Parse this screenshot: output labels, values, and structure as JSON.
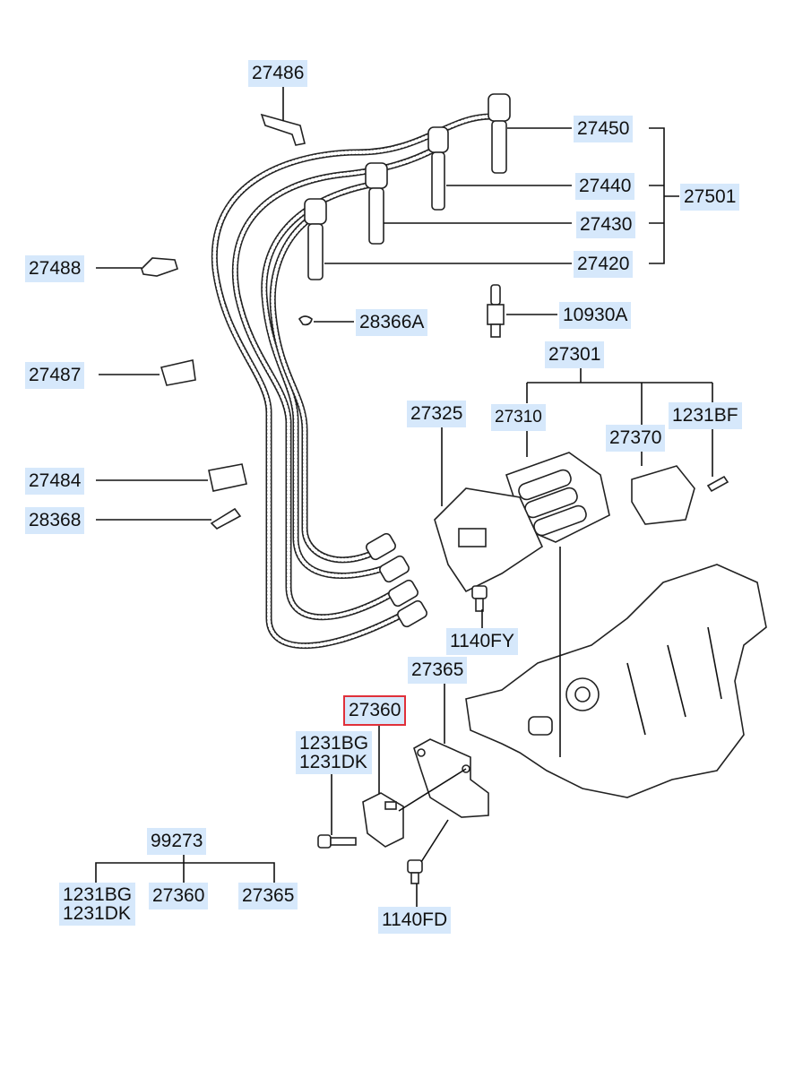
{
  "labels": {
    "p27486": "27486",
    "p27450": "27450",
    "p27440": "27440",
    "p27501": "27501",
    "p27430": "27430",
    "p27420": "27420",
    "p27488": "27488",
    "p28366A": "28366A",
    "p10930A": "10930A",
    "p27487": "27487",
    "p27301": "27301",
    "p27325": "27325",
    "p27310": "27310",
    "p1231BF": "1231BF",
    "p27370": "27370",
    "p27484": "27484",
    "p28368": "28368",
    "p1140FY": "1140FY",
    "p27365": "27365",
    "p27360": "27360",
    "p1231BG": "1231BG",
    "p1231DK": "1231DK",
    "p99273": "99273",
    "kit_1231BG": "1231BG",
    "kit_1231DK": "1231DK",
    "kit_27360": "27360",
    "kit_27365": "27365",
    "p1140FD": "1140FD"
  },
  "highlight_color": "#e0303a",
  "label_bg_color": "#d6e8fb",
  "selected_part": "27360"
}
